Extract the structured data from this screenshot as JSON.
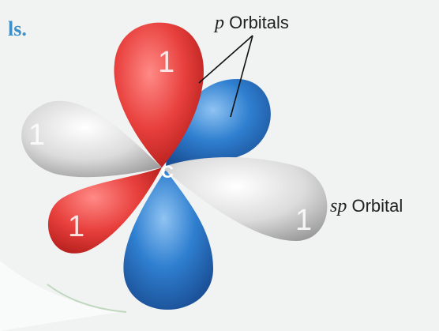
{
  "heading_fragment": "ls.",
  "labels": {
    "p_orbitals": {
      "prefix": "p",
      "text": "Orbitals"
    },
    "sp_orbital": {
      "prefix": "sp",
      "text": "Orbital"
    }
  },
  "atom": "C",
  "lobe_signs": [
    "1",
    "1",
    "1",
    "1"
  ],
  "colors": {
    "background": "#ffffff",
    "panel": "#f1f2f2",
    "p_red": "#e8403d",
    "p_blue": "#2f7fd0",
    "sp_white": "#dcdcdc",
    "heading_fragment": "#3d8fc7"
  }
}
